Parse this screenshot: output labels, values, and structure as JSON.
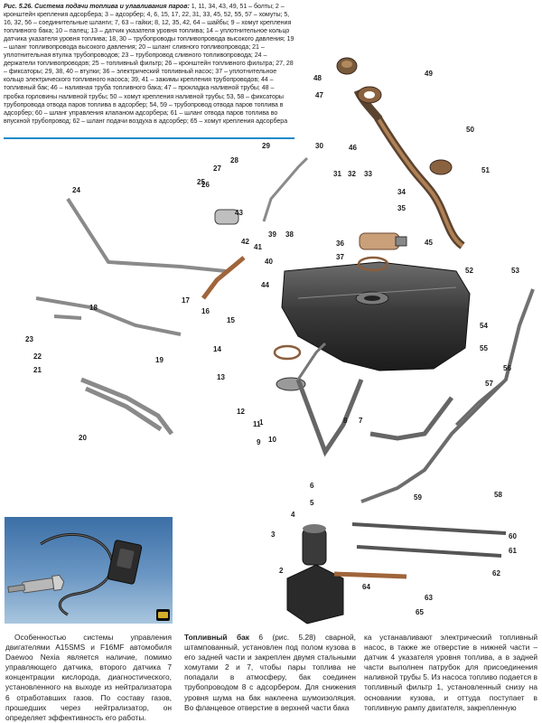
{
  "caption": {
    "title": "Рис. 5.26. Система подачи топлива и улавливания паров:",
    "text": "1, 11, 34, 43, 49, 51 – болты; 2 – кронштейн крепления адсорбера; 3 – адсорбер; 4, 6, 15, 17, 22, 31, 33, 45, 52, 55, 57 – хомуты; 5, 16, 32, 56 – соединительные шланги; 7, 63 – гайки; 8, 12, 35, 42, 64 – шайбы; 9 – хомут крепления топливного бака; 10 – палец; 13 – датчик указателя уровня топлива; 14 – уплотнительное кольцо датчика указателя уровня топлива; 18, 30 – трубопроводы топливопровода высокого давления; 19 – шланг топливопровода высокого давления; 20 – шланг сливного топливопровода; 21 – уплотнительная втулка трубопроводов; 23 – трубопровод сливного топливопровода; 24 – держатели топливопроводов; 25 – топливный фильтр; 26 – кронштейн топливного фильтра; 27, 28 – фиксаторы; 29, 38, 40 – втулки; 36 – электрический топливный насос; 37 – уплотнительное кольцо электрического топливного насоса; 39, 41 – зажимы крепления трубопроводов; 44 – топливный бак; 46 – наливная труба топливного бака; 47 – прокладка наливной трубы; 48 – пробка горловины наливной трубы; 50 – хомут крепления наливной трубы; 53, 58 – фиксаторы трубопровода отвода паров топлива в адсорбер; 54, 59 – трубопровод отвода паров топлива в адсорбер; 60 – шланг управления клапаном адсорбера; 61 – шланг отвода паров топлива во впускной трубопровод; 62 – шланг подачи воздуха в адсорбер; 65 – хомут крепления адсорбера"
  },
  "callouts": [
    "1",
    "2",
    "3",
    "4",
    "5",
    "6",
    "7",
    "8",
    "9",
    "10",
    "11",
    "12",
    "13",
    "14",
    "15",
    "16",
    "17",
    "18",
    "19",
    "20",
    "21",
    "22",
    "23",
    "24",
    "25",
    "26",
    "27",
    "28",
    "29",
    "30",
    "31",
    "32",
    "33",
    "34",
    "35",
    "36",
    "37",
    "38",
    "39",
    "40",
    "41",
    "42",
    "43",
    "44",
    "45",
    "46",
    "47",
    "48",
    "49",
    "50",
    "51",
    "52",
    "53",
    "54",
    "55",
    "56",
    "57",
    "58",
    "59",
    "60",
    "61",
    "62",
    "63",
    "64",
    "65"
  ],
  "photo": {
    "icon": "sensor-badge-icon"
  },
  "columns": {
    "col1": "Особенностью системы управления двигателями A15SMS и F16MF автомобиля Daewoo Nexia является наличие, помимо управляющего датчика, второго датчика 7 концентрации кислорода, диагностического, установленного на выходе из нейтрализатора 6 отработавших газов. По составу газов, прошедших через нейтрализатор, он определяет эффективность его работы.",
    "col2_lead": "Топливный бак",
    "col2": " 6 (рис. 5.28) сварной, штампованный, установлен под полом кузова в его задней части и закреплен двумя стальными хомутами 2 и 7, чтобы пары топлива не попадали в атмосферу, бак соединен трубопроводом 8 с адсорбером. Для снижения уровня шума на бак наклеена шумоизоляция. Во фланцевое отверстие в верхней части бака",
    "col3": "ка устанавливают электрический топливный насос, в также же отверстие в нижней части – датчик 4 указателя уровня топлива, а в задней части выполнен патрубок для присоединения наливной трубы 5. Из насоса топливо подается в топливный фильтр 1, установленный снизу на основании кузова, и оттуда поступает в топливную рампу двигателя, закрепленную"
  }
}
